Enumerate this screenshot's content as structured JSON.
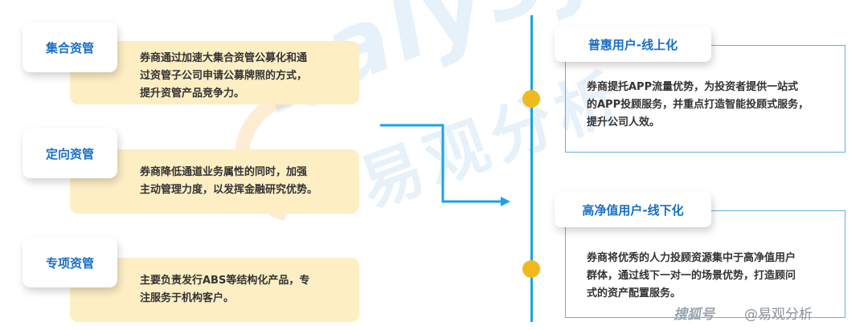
{
  "watermark": {
    "latin": "nalysys",
    "chinese": "易观分析"
  },
  "left": {
    "items": [
      {
        "title": "集合资管",
        "lines": [
          "券商通过加速大集合资管公募化和通",
          "过资管子公司申请公募牌照的方式，",
          "提升资管产品竞争力。"
        ]
      },
      {
        "title": "定向资管",
        "lines": [
          "券商降低通道业务属性的同时，加强",
          "主动管理力度，以发挥金融研究优势。"
        ]
      },
      {
        "title": "专项资管",
        "lines": [
          "主要负责发行ABS等结构化产品，专",
          "注服务于机构客户。"
        ]
      }
    ]
  },
  "right": {
    "items": [
      {
        "title": "普惠用户-线上化",
        "lines": [
          "券商提托APP流量优势，为投资者提供一站式",
          "的APP投顾服务，并重点打造智能投顾式服务，",
          "提升公司人效。"
        ]
      },
      {
        "title": "高净值用户-线下化",
        "lines": [
          "券商将优秀的人力投顾资源集中于高净值用户",
          "群体，通过线下一对一的场景优势，打造顾问",
          "式的资产配置服务。"
        ]
      }
    ]
  },
  "footer": {
    "platform": "搜狐号",
    "handle": "@易观分析"
  },
  "colors": {
    "accent_blue": "#1aa3e8",
    "title_blue": "#1a6fc4",
    "desc_bg": "#fdeec4",
    "dot": "#f1b91d",
    "box_border": "#5fb3de"
  }
}
